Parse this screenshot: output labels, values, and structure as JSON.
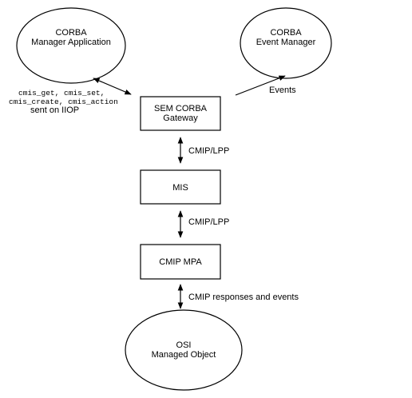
{
  "nodes": {
    "manager_app": {
      "line1": "CORBA",
      "line2": "Manager Application"
    },
    "event_manager": {
      "line1": "CORBA",
      "line2": "Event Manager"
    },
    "gateway": {
      "line1": "SEM CORBA",
      "line2": "Gateway"
    },
    "mis": {
      "label": "MIS"
    },
    "mpa": {
      "label": "CMIP MPA"
    },
    "managed_object": {
      "line1": "OSI",
      "line2": "Managed Object"
    }
  },
  "edges": {
    "manager_gateway": {
      "row1": "cmis_get, cmis_set,",
      "row2": "cmis_create, cmis_action",
      "row3": "sent on IIOP"
    },
    "gateway_events": {
      "label": "Events"
    },
    "gateway_mis": {
      "label": "CMIP/LPP"
    },
    "mis_mpa": {
      "label": "CMIP/LPP"
    },
    "mpa_object": {
      "label": "CMIP responses and events"
    }
  },
  "colors": {
    "stroke": "#000000",
    "background": "#ffffff"
  }
}
